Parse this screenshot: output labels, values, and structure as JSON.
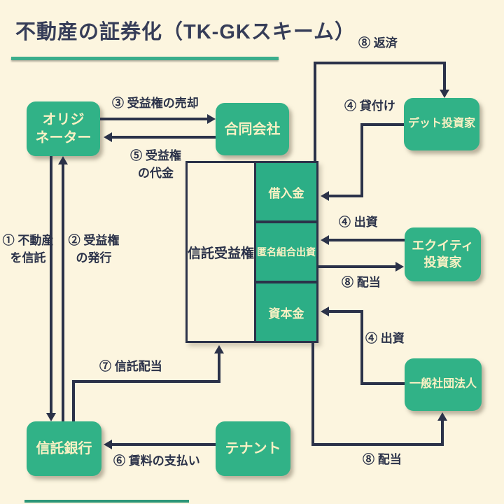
{
  "title": "不動産の証券化（TK-GKスキーム）",
  "colors": {
    "background": "#FCF5DF",
    "node_green": "#31B287",
    "node_text": "#FAF1C4",
    "line_navy": "#2B3249",
    "underline_green": "#3BAE8C"
  },
  "nodes": {
    "originator": {
      "lines": [
        "オリジ",
        "ネーター"
      ]
    },
    "gk": {
      "label": "合同会社"
    },
    "debt_investor": {
      "label": "デット投資家"
    },
    "equity_investor": {
      "lines": [
        "エクイティ",
        "投資家"
      ]
    },
    "ippan_shadan": {
      "label": "一般社団法人"
    },
    "trust_bank": {
      "label": "信託銀行"
    },
    "tenant": {
      "label": "テナント"
    }
  },
  "central_box": {
    "left_label": "信託受益権",
    "cells": [
      "借入金",
      "匿名組合出資",
      "資本金"
    ]
  },
  "flows": {
    "f1": {
      "lines": [
        "① 不動産",
        "を信託"
      ]
    },
    "f2": {
      "lines": [
        "② 受益権",
        "の発行"
      ]
    },
    "f3": {
      "label": "③ 受益権の売却"
    },
    "f4_loan": {
      "label": "④ 貸付け"
    },
    "f4_equity": {
      "label": "④ 出資"
    },
    "f4_ippan": {
      "label": "④ 出資"
    },
    "f5": {
      "lines": [
        "⑤ 受益権",
        "の代金"
      ]
    },
    "f6": {
      "label": "⑥ 賃料の支払い"
    },
    "f7": {
      "label": "⑦ 信託配当"
    },
    "f8_repay": {
      "label": "⑧ 返済"
    },
    "f8_equity": {
      "label": "⑧ 配当"
    },
    "f8_ippan": {
      "label": "⑧ 配当"
    }
  }
}
